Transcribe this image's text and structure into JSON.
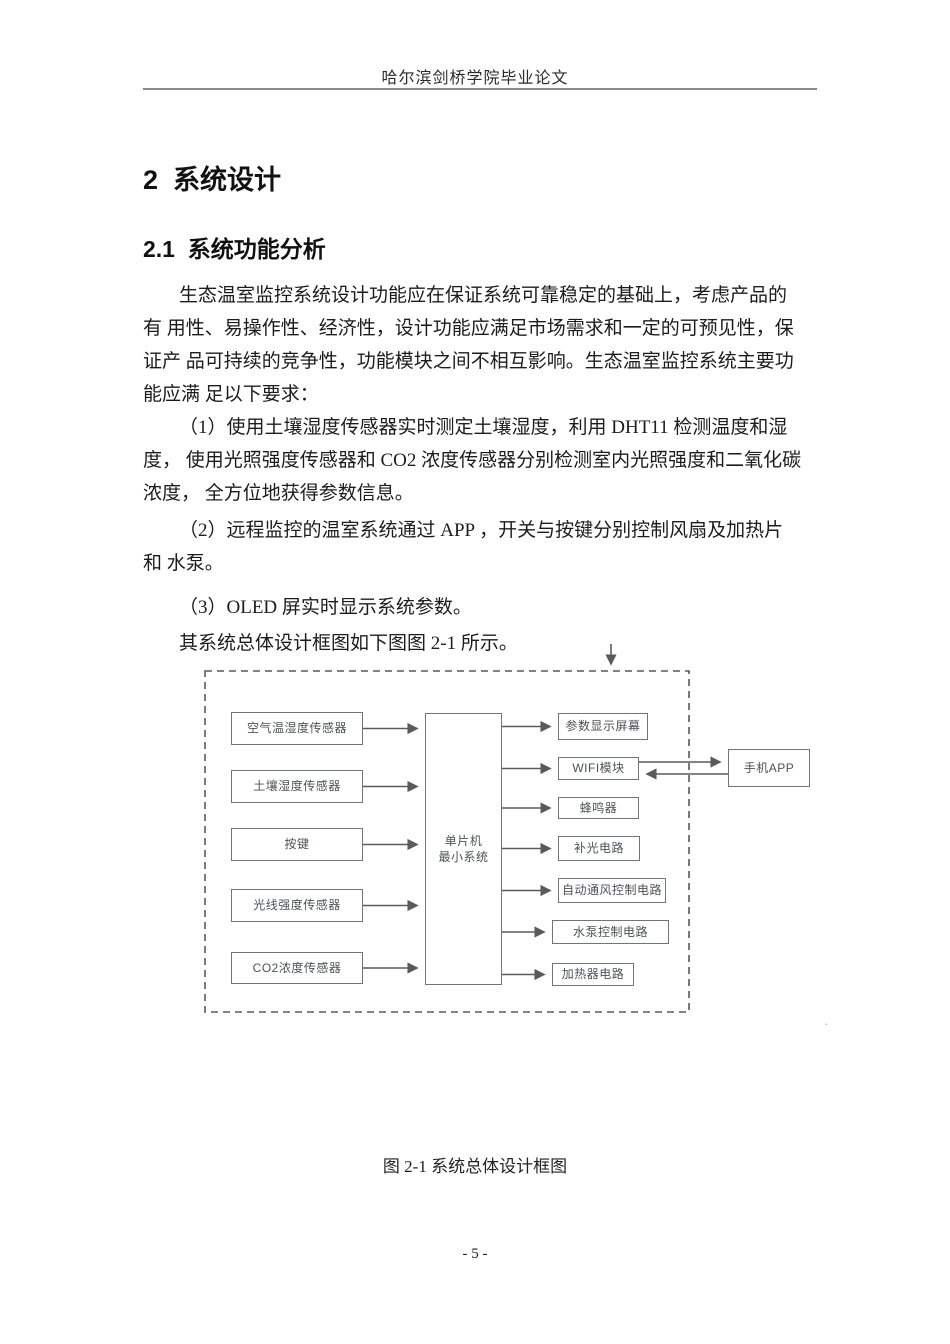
{
  "header": {
    "title": "哈尔滨剑桥学院毕业论文"
  },
  "headings": {
    "section": "2  系统设计",
    "subsection": "2.1  系统功能分析"
  },
  "body": {
    "p1": [
      "生态温室监控系统设计功能应在保证系统可靠稳定的基础上，考虑产品的",
      "有 用性、易操作性、经济性，设计功能应满足市场需求和一定的可预见性，保",
      "证产 品可持续的竞争性，功能模块之间不相互影响。生态温室监控系统主要功",
      "能应满 足以下要求："
    ],
    "p2": [
      "（1）使用土壤湿度传感器实时测定土壤湿度，利用 DHT11 检测温度和湿",
      "度， 使用光照强度传感器和 CO2 浓度传感器分别检测室内光照强度和二氧化碳",
      "浓度， 全方位地获得参数信息。"
    ],
    "p3": [
      "（2）远程监控的温室系统通过 APP ，开关与按键分别控制风扇及加热片",
      "和 水泵。"
    ],
    "p4": [
      "（3）OLED 屏实时显示系统参数。"
    ],
    "p5": [
      "其系统总体设计框图如下图图 2-1 所示。"
    ]
  },
  "diagram": {
    "inputs": [
      "空气温湿度传感器",
      "土壤湿度传感器",
      "按键",
      "光线强度传感器",
      "CO2浓度传感器"
    ],
    "controller": [
      "单片机",
      "最小系统"
    ],
    "outputs": [
      "参数显示屏幕",
      "WIFI模块",
      "蜂鸣器",
      "补光电路",
      "自动通风控制电路",
      "水泵控制电路",
      "加热器电路"
    ],
    "external": "手机APP",
    "line_color": "#5a5a5a",
    "box_text_color": "#4e5156"
  },
  "figure": {
    "caption": "图 2-1 系统总体设计框图"
  },
  "footer": {
    "page_number": "- 5 -"
  },
  "artifact": {
    "stray_mark": "·"
  }
}
